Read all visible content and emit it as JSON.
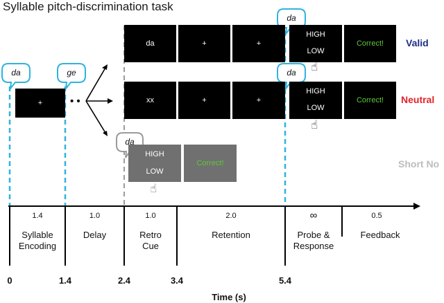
{
  "title": "Syllable pitch-discrimination task",
  "encoding": {
    "first_syllable": "da",
    "second_syllable": "ge",
    "fixation": "+",
    "ellipsis": "• •"
  },
  "rows": {
    "valid": {
      "label": "Valid",
      "label_color": "#1f2d86",
      "cue": "da",
      "retention_1": "+",
      "retention_2": "+",
      "bubble": "da",
      "probe_high": "HIGH",
      "probe_low": "LOW",
      "feedback": "Correct!"
    },
    "neutral": {
      "label": "Neutral",
      "label_color": "#e0242a",
      "cue": "xx",
      "retention_1": "+",
      "retention_2": "+",
      "bubble": "da",
      "probe_high": "HIGH",
      "probe_low": "LOW",
      "feedback": "Correct!"
    },
    "short": {
      "label": "Short No",
      "label_color": "#bdbdbd",
      "bubble": "da",
      "probe_high": "HIGH",
      "probe_low": "LOW",
      "feedback": "Correct!"
    }
  },
  "timeline": {
    "segments": [
      {
        "duration": "1.4",
        "name_line1": "Syllable",
        "name_line2": "Encoding"
      },
      {
        "duration": "1.0",
        "name_line1": "Delay",
        "name_line2": ""
      },
      {
        "duration": "1.0",
        "name_line1": "Retro",
        "name_line2": "Cue"
      },
      {
        "duration": "2.0",
        "name_line1": "Retention",
        "name_line2": ""
      },
      {
        "duration": "∞",
        "name_line1": "Probe &",
        "name_line2": "Response"
      },
      {
        "duration": "0.5",
        "name_line1": "Feedback",
        "name_line2": ""
      }
    ],
    "ticks": [
      "0",
      "1.4",
      "2.4",
      "3.4",
      "5.4"
    ],
    "axis_title": "Time (s)"
  },
  "colors": {
    "dash_blue": "#2fb3de",
    "dash_gray": "#9a9a9a",
    "box_black": "#000000",
    "box_gray": "#707070",
    "correct_green": "#5ec83a"
  },
  "icons": [
    "speech-bubble-icon",
    "pointing-hand-icon",
    "branch-arrow-icon"
  ]
}
